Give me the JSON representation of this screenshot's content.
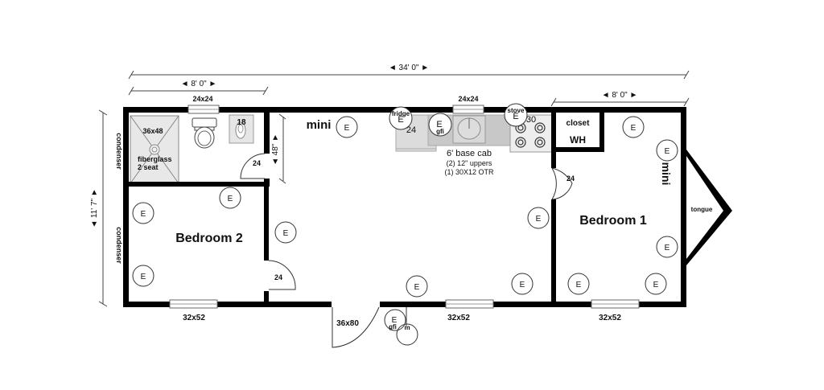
{
  "dimensions": {
    "overall_length": "◄ 34' 0\" ►",
    "left_section": "◄ 8' 0\" ►",
    "right_section": "◄ 8' 0\" ►",
    "width": "◄ 11' 7\" ►",
    "hall_door_clearance": "◄ 48\" ►"
  },
  "exterior_labels": {
    "condenser_top": "condenser",
    "condenser_bottom": "condenser",
    "tongue": "tongue"
  },
  "rooms": {
    "bedroom1": "Bedroom 1",
    "bedroom2": "Bedroom 2",
    "closet": "closet",
    "water_heater": "WH"
  },
  "bathroom": {
    "window": "24x24",
    "shower_size": "36x48",
    "shower_material": "fiberglass",
    "shower_seat": "2 seat",
    "sink_size": "18",
    "door": "24"
  },
  "kitchen": {
    "window": "24x24",
    "fridge": "fridge",
    "fridge_width": "24",
    "gfi": "gfi",
    "stove": "stove",
    "stove_width": "30",
    "base_cab": "6' base cab",
    "uppers": "(2) 12\" uppers",
    "otr": "(1) 30X12 OTR"
  },
  "hvac": {
    "mini_main": "mini",
    "mini_bedroom1": "mini"
  },
  "doors": {
    "bedroom2_door": "24",
    "bedroom1_door": "24",
    "entry_door": "36x80"
  },
  "windows": {
    "bedroom2": "32x52",
    "living": "32x52",
    "bedroom1": "32x52"
  },
  "outlet": {
    "symbol": "E",
    "gfi": "gfi",
    "exterior_light": "m"
  }
}
